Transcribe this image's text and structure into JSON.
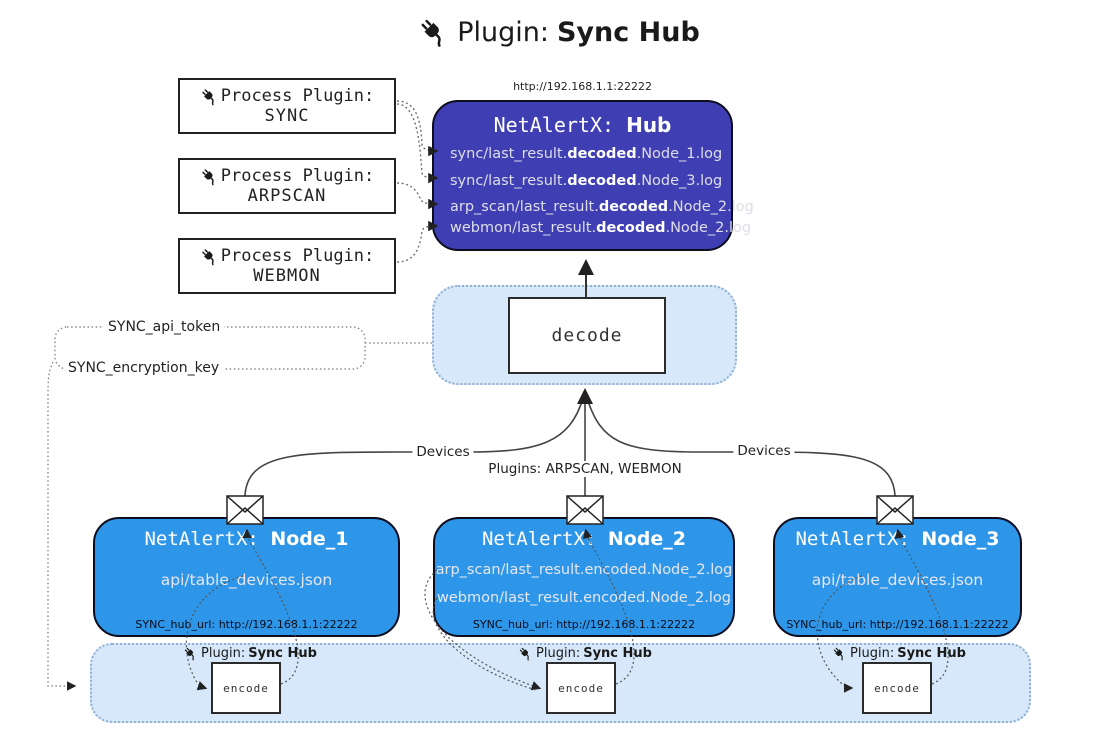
{
  "title": {
    "icon": "plug-icon",
    "prefix": "Plugin:",
    "name": "Sync Hub"
  },
  "process_plugins": {
    "label": "Process Plugin:",
    "items": [
      {
        "name": "SYNC"
      },
      {
        "name": "ARPSCAN"
      },
      {
        "name": "WEBMON"
      }
    ]
  },
  "hub": {
    "url": "http://192.168.1.1:22222",
    "title_prefix": "NetAlertX:",
    "title_name": "Hub",
    "logs": [
      {
        "pre": "sync/last_result.",
        "bold": "decoded",
        "post": ".Node_1.log"
      },
      {
        "pre": "sync/last_result.",
        "bold": "decoded",
        "post": ".Node_3.log"
      },
      {
        "pre": "arp_scan/last_result.",
        "bold": "decoded",
        "post": ".Node_2.log"
      },
      {
        "pre": "webmon/last_result.",
        "bold": "decoded",
        "post": ".Node_2.log"
      }
    ]
  },
  "decode_box": {
    "label": "decode"
  },
  "config": {
    "api_token": "SYNC_api_token",
    "encryption_key": "SYNC_encryption_key"
  },
  "edge_labels": {
    "devices_left": "Devices",
    "devices_right": "Devices",
    "plugins": "Plugins: ARPSCAN, WEBMON"
  },
  "nodes": [
    {
      "title_prefix": "NetAlertX:",
      "title_name": "Node_1",
      "files": [
        "api/table_devices.json"
      ],
      "hub_url": "SYNC_hub_url: http://192.168.1.1:22222"
    },
    {
      "title_prefix": "NetAlertX:",
      "title_name": "Node_2",
      "files": [
        "arp_scan/last_result.encoded.Node_2.log",
        "webmon/last_result.encoded.Node_2.log"
      ],
      "hub_url": "SYNC_hub_url: http://192.168.1.1:22222"
    },
    {
      "title_prefix": "NetAlertX:",
      "title_name": "Node_3",
      "files": [
        "api/table_devices.json"
      ],
      "hub_url": "SYNC_hub_url: http://192.168.1.1:22222"
    }
  ],
  "encoder": {
    "plugin_prefix": "Plugin:",
    "plugin_name": "Sync Hub",
    "box_label": "encode"
  },
  "colors": {
    "hub_bg": "#3f3fb3",
    "node_bg": "#2e96e8",
    "panel_bg": "#d6e8fa",
    "panel_border": "#8fb0d3",
    "line": "#444444",
    "text_light": "#e8e8e8"
  }
}
